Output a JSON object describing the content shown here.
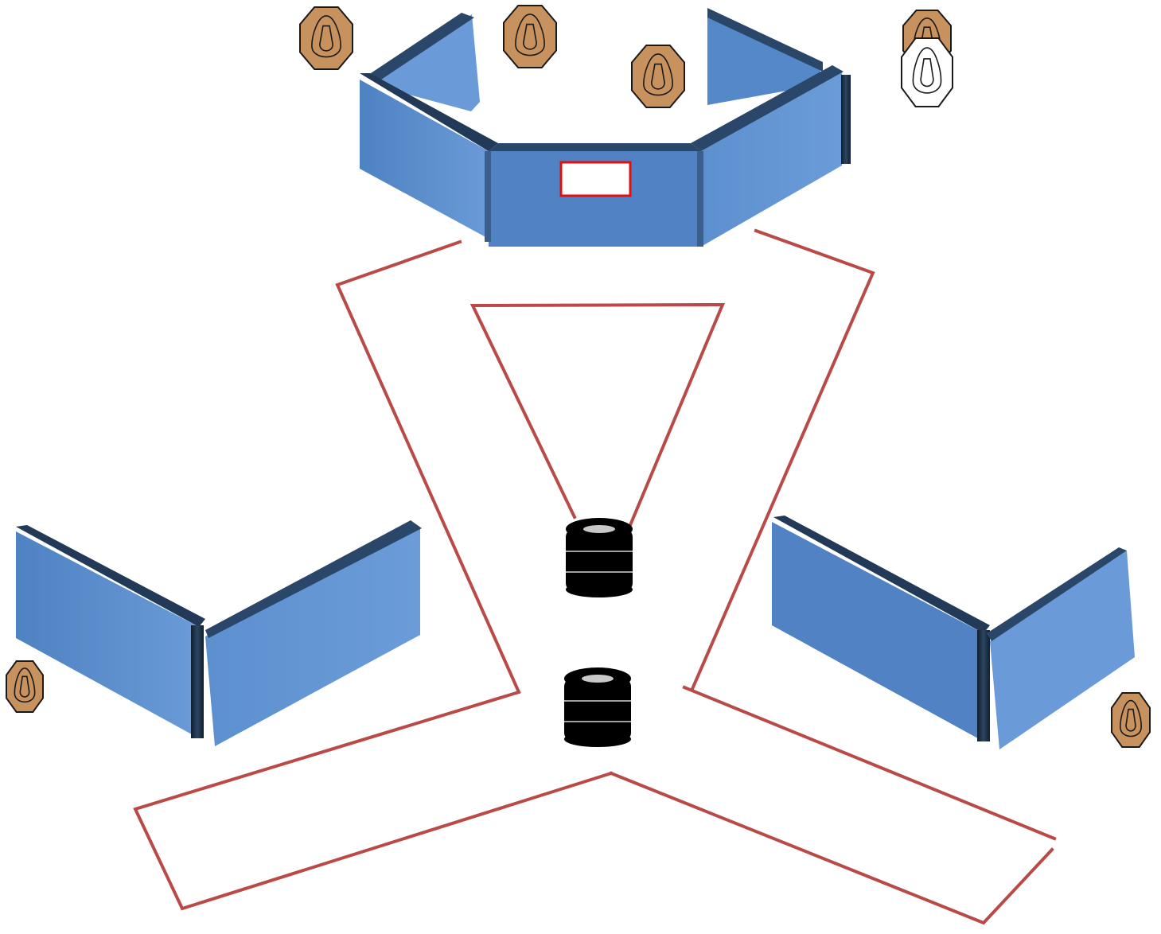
{
  "diagram": {
    "type": "shooting-stage-layout",
    "colors": {
      "background": "#ffffff",
      "wall_face": "#5588c8",
      "wall_face_light": "#6699d6",
      "wall_face_dark": "#4a7ab8",
      "wall_top": "#2a4668",
      "wall_edge": "#1c2c40",
      "fault_line": "#b94a48",
      "target_paper": "#c8925e",
      "target_outline": "#1a1a1a",
      "no_shoot": "#ffffff",
      "window_border": "#e01010",
      "barrel": "#000000",
      "barrel_top": "#c8c8c8"
    },
    "legend": {
      "paper_target": "paper-target-icon",
      "no_shoot_target": "no-shoot-target-icon",
      "barrel": "barrel-icon",
      "wall": "wall-panel",
      "port": "window-port",
      "fault_line": "fault-line"
    },
    "counts": {
      "paper_targets": 6,
      "no_shoot_targets": 1,
      "barrels": 2,
      "wall_groups": 3,
      "shooting_boxes": 4
    }
  }
}
